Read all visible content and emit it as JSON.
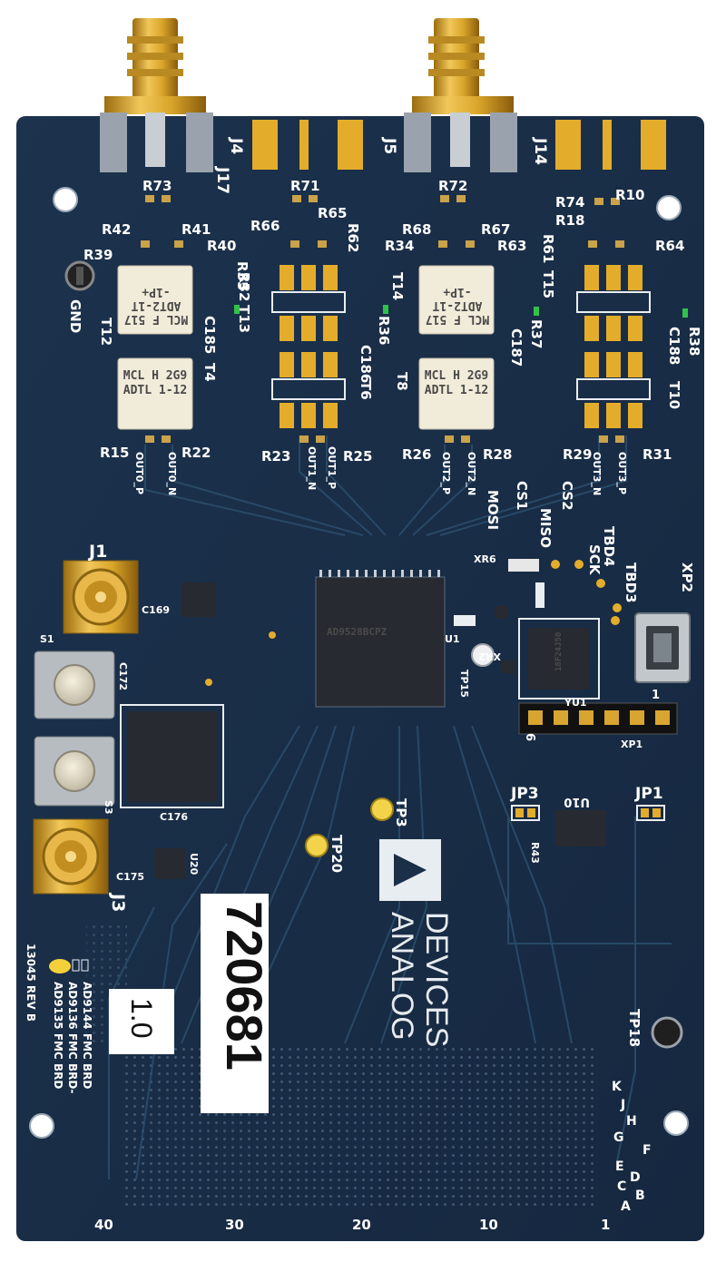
{
  "board": {
    "pcb_color": "#1b2f48",
    "gold_color": "#d9a62a",
    "silk_color": "#e9eef2",
    "chip_color": "#272a30"
  },
  "labels": {
    "r73": "R73",
    "r71": "R71",
    "r72": "R72",
    "r74": "R74",
    "r10": "R10",
    "r18": "R18",
    "r42": "R42",
    "r41": "R41",
    "r40": "R40",
    "r39": "R39",
    "r35": "R35",
    "r66": "R66",
    "r65": "R65",
    "r62": "R62",
    "r32": "R32",
    "t13": "T13",
    "r68": "R68",
    "r67": "R67",
    "r34": "R34",
    "r63": "R63",
    "t14": "T14",
    "r61": "R61",
    "t15": "T15",
    "r64": "R64",
    "j4": "J4",
    "j5": "J5",
    "j14": "J14",
    "j17": "J17",
    "gnd": "GND",
    "t12": "T12",
    "c185": "C185",
    "t4": "T4",
    "r36": "R36",
    "c186": "C186",
    "t6": "T6",
    "r37": "R37",
    "c187": "C187",
    "t8": "T8",
    "r38": "R38",
    "c188": "C188",
    "t10": "T10",
    "r15": "R15",
    "r22": "R22",
    "r23": "R23",
    "r25": "R25",
    "r26": "R26",
    "r28": "R28",
    "r29": "R29",
    "r31": "R31",
    "out0p": "OUT0_P",
    "out0n": "OUT0_N",
    "out1n": "OUT1_N",
    "out1p": "OUT1_P",
    "out2p": "OUT2_P",
    "out2n": "OUT2_N",
    "out3n": "OUT3_N",
    "out3p": "OUT3_P",
    "mosi": "MOSI",
    "cs1": "CS1",
    "miso": "MISO",
    "cs2": "CS2",
    "tbd4": "TBD4",
    "tbd3": "TBD3",
    "sck": "SCK",
    "xp2": "XP2",
    "xr6": "XR6",
    "j1": "J1",
    "s1": "S1",
    "s3": "S3",
    "j3": "J3",
    "u20": "U20",
    "jp3": "JP3",
    "jp1": "JP1",
    "u10": "U10",
    "r43": "R43",
    "tp3": "TP3",
    "tp20": "TP20",
    "tp18": "TP18",
    "xp1": "XP1",
    "u1": "U1",
    "tp15": "TP15",
    "xr2": "XR2",
    "yu1": "YU1",
    "c169": "C169",
    "c172": "C172",
    "c175": "C175",
    "c176": "C176",
    "rev": "13045 REV B",
    "fmc1": "AD9144 FMC BRD",
    "fmc2": "AD9136 FMC BRD-",
    "fmc3": "AD9135 FMC BRD",
    "pin40": "40",
    "pin30": "30",
    "pin20": "20",
    "pin10": "10",
    "pin1": "1",
    "hdr6": "6",
    "hdr1": "1"
  },
  "letters": [
    "K",
    "J",
    "H",
    "G",
    "F",
    "E",
    "D",
    "C",
    "B",
    "A"
  ],
  "chips": {
    "balun_a": "MCL F 517",
    "balun_b": "ADT2-1T",
    "balun_c": "-1P+",
    "balun_d": "MCL H 2G9",
    "balun_e": "ADTL 1-12",
    "fpga": "AD9528BCPZ",
    "mcu": "18F24J50"
  },
  "stickers": {
    "serial": "720681",
    "version": "1.0"
  },
  "logo": {
    "line1": "ANALOG",
    "line2": "DEVICES"
  }
}
